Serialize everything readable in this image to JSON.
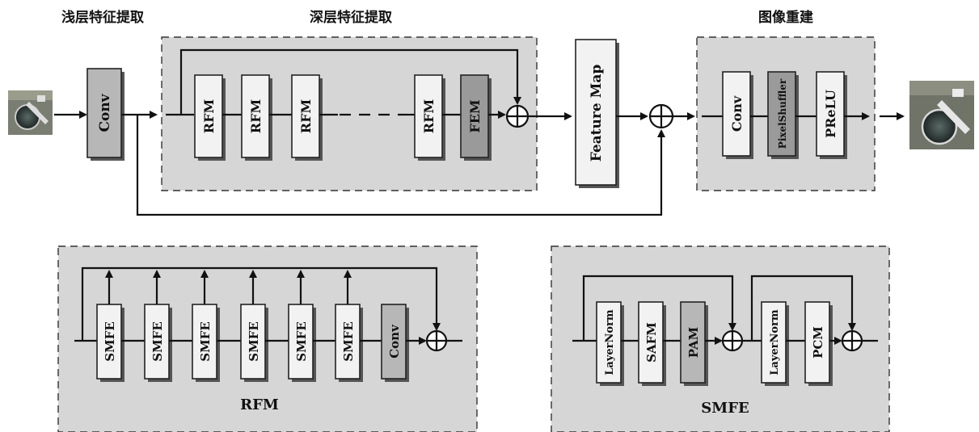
{
  "titles": {
    "shallow": "浅层特征提取",
    "deep": "深层特征提取",
    "recon": "图像重建"
  },
  "top": {
    "conv": "Conv",
    "rfm": "RFM",
    "fem": "FEM",
    "feature_map": "Feature Map",
    "recon_blocks": [
      "Conv",
      "PixelShuffler",
      "PReLU"
    ]
  },
  "rfm_panel": {
    "caption": "RFM",
    "blocks": [
      "SMFE",
      "SMFE",
      "SMFE",
      "SMFE",
      "SMFE",
      "SMFE",
      "Conv"
    ]
  },
  "smfe_panel": {
    "caption": "SMFE",
    "blocks": [
      "LayerNorm",
      "SAFM",
      "PAM",
      "LayerNorm",
      "PCM"
    ]
  },
  "colors": {
    "panel_bg": "#d6d6d6",
    "block_light": "#f2f2f2",
    "block_dark": "#9a9a9a"
  }
}
